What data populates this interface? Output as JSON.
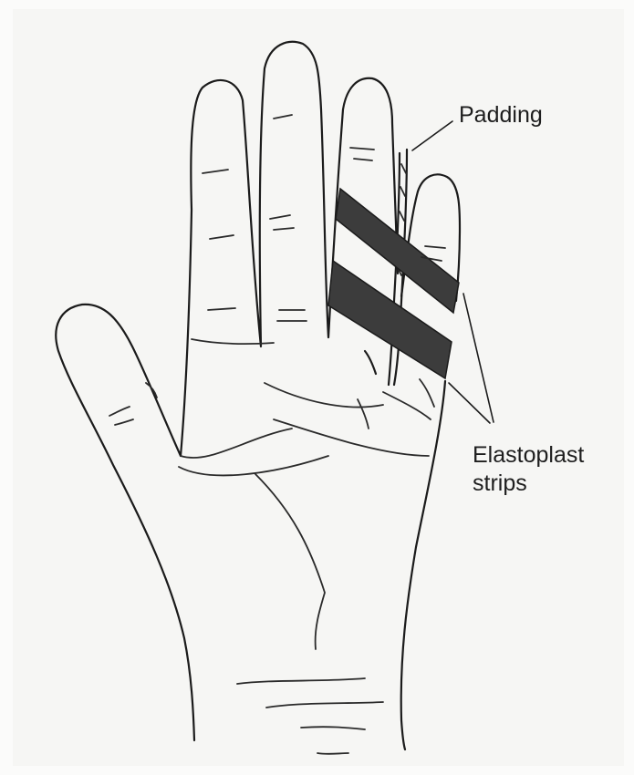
{
  "labels": {
    "padding": "Padding",
    "strips_line1": "Elastoplast",
    "strips_line2": "strips"
  },
  "colors": {
    "background": "#f6f6f4",
    "ink": "#1b1b1b",
    "tape": "#3c3c3c"
  }
}
